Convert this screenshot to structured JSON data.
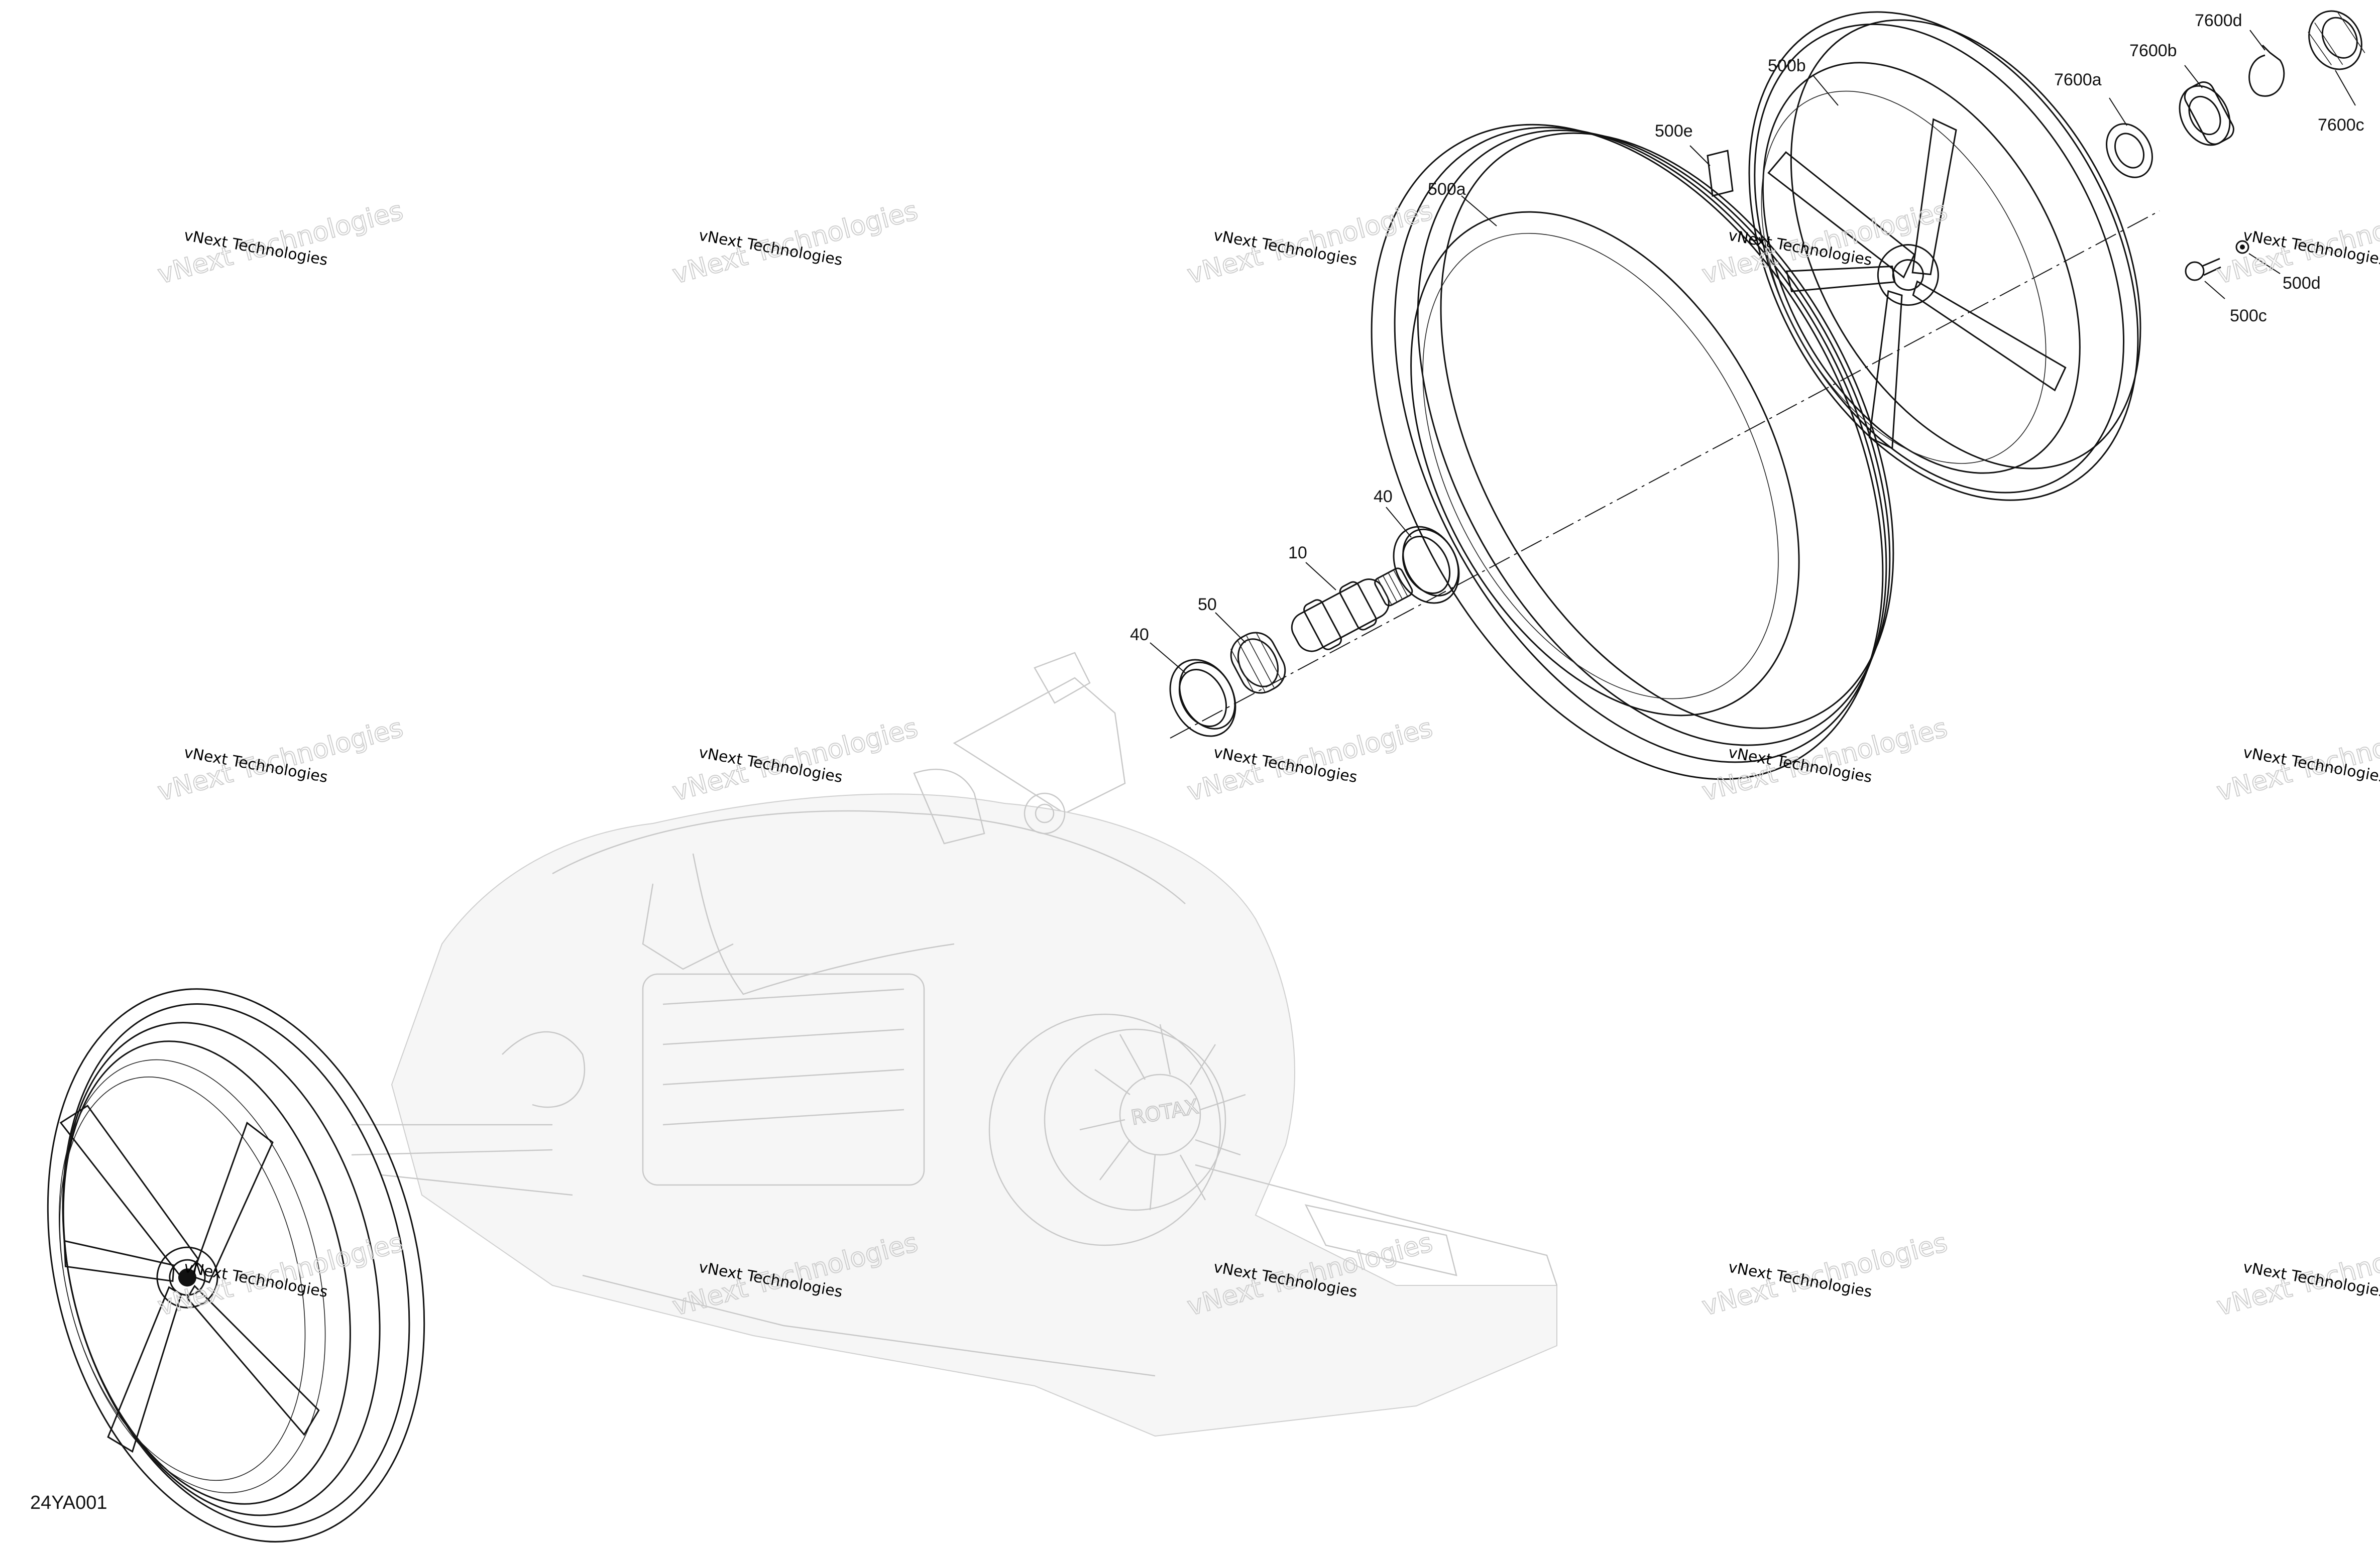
{
  "diagram": {
    "ref_code": "24YA001",
    "watermark_text": "vNext Technologies",
    "watermark_big": "vNext Technologies",
    "callouts": {
      "c500a": "500a",
      "c500b": "500b",
      "c500c": "500c",
      "c500d": "500d",
      "c500e": "500e",
      "c7600a": "7600a",
      "c7600b": "7600b",
      "c7600c": "7600c",
      "c7600d": "7600d",
      "c10": "10",
      "c40_top": "40",
      "c40_low": "40",
      "c50": "50"
    },
    "emblem_text": "ROTAX"
  }
}
